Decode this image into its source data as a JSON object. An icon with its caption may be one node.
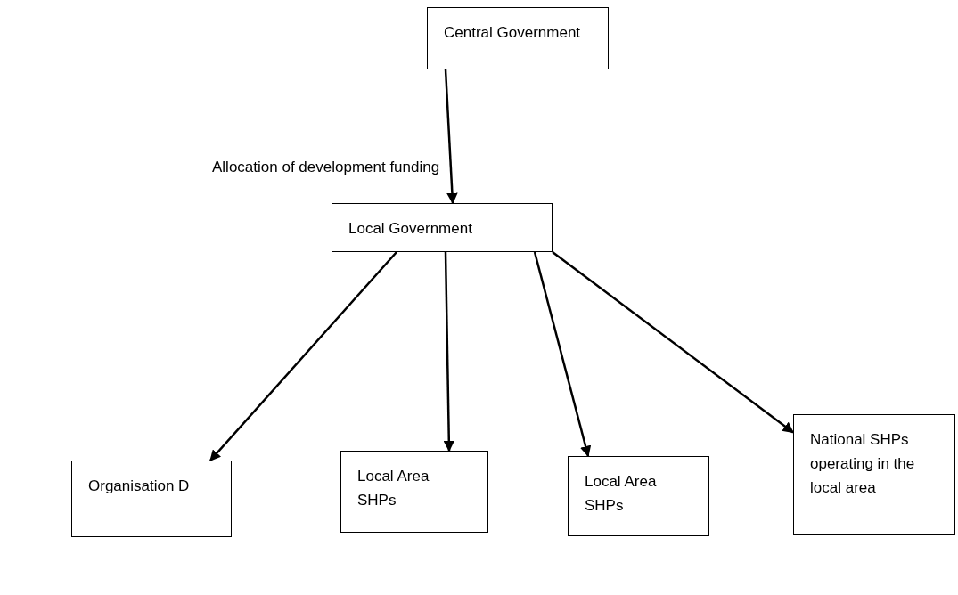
{
  "diagram": {
    "nodes": [
      {
        "text": [
          "Central Government"
        ]
      },
      {
        "text": [
          "Local Government"
        ]
      },
      {
        "text": [
          "Organisation D"
        ]
      },
      {
        "text": [
          "Local Area SHPs"
        ]
      },
      {
        "text": [
          "Local Area SHPs"
        ]
      },
      {
        "text": [
          "National SHPs operating in the local area"
        ]
      }
    ],
    "edges": [
      {
        "from": 0,
        "to": 1,
        "arrow": "to",
        "label": "Allocation of development funding"
      },
      {
        "from": 1,
        "to": 2,
        "arrow": "to"
      },
      {
        "from": 1,
        "to": 3,
        "arrow": "to"
      },
      {
        "from": 1,
        "to": 4,
        "arrow": "to"
      },
      {
        "from": 1,
        "to": 5,
        "arrow": "to"
      }
    ]
  }
}
